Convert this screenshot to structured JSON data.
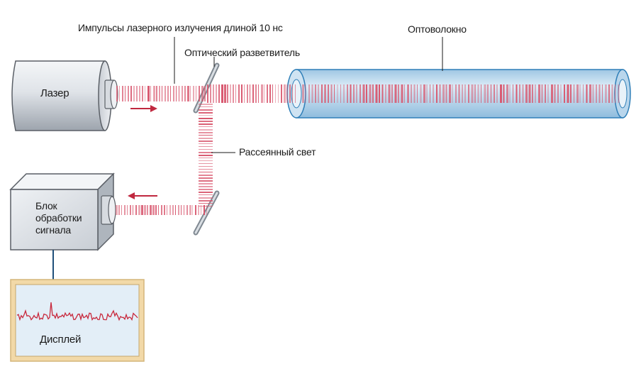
{
  "labels": {
    "pulses": "Импульсы лазерного излучения длиной 10 нс",
    "splitter": "Оптический разветвитель",
    "fiber": "Оптоволокно",
    "scattered": "Рассеянный свет",
    "laser": "Лазер",
    "processor": "Блок обработки сигнала",
    "display": "Дисплей"
  },
  "colors": {
    "pulse": "#d8576e",
    "arrow": "#c0283f",
    "fiber_fill": "#bcd8ec",
    "fiber_stroke": "#2f7fb8",
    "device_body": "#dde2e8",
    "device_stroke": "#5a5f66",
    "display_frame": "#f2d9a8",
    "display_screen": "#e3eef7",
    "signal": "#c8283c",
    "splitter": "#9aa3ad"
  },
  "icons": {
    "direction_out": "arrow-right-icon",
    "direction_return": "arrow-left-icon"
  }
}
